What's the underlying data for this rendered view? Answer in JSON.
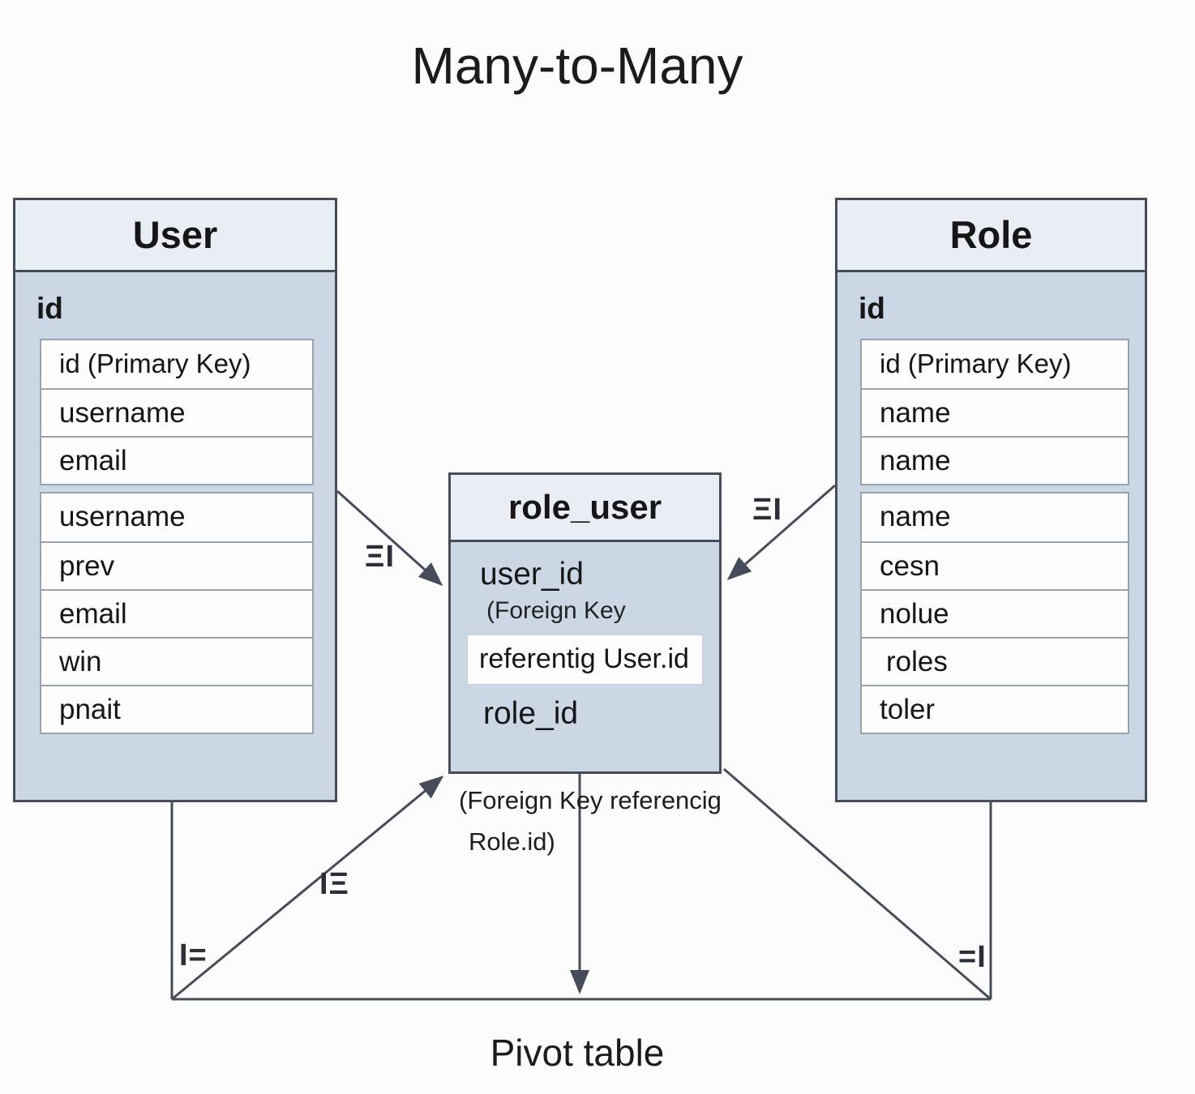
{
  "title": "Many-to-Many",
  "caption": "Pivot table",
  "user_table": {
    "title": "User",
    "pk_label": "id",
    "group1": [
      "id (Primary Key)",
      "username",
      "email"
    ],
    "group2": [
      "username",
      "prev",
      "email",
      "win",
      "pnait"
    ]
  },
  "role_table": {
    "title": "Role",
    "pk_label": "id",
    "group1": [
      "id (Primary Key)",
      "name",
      "name"
    ],
    "group2": [
      "name",
      "cesn",
      "nolue",
      "roles",
      "toler"
    ]
  },
  "pivot_box": {
    "title": "role_user",
    "field_user": "user_id",
    "field_user_note": "(Foreign Key",
    "field_user_ref": "referentig User.id",
    "field_role": "role_id"
  },
  "pivot_fk_note": {
    "line1": "(Foreign Key referencig",
    "line2": "Role.id)"
  },
  "connector_labels": {
    "user_edge": "ΞI",
    "role_edge": "ΞI",
    "left_corner": "I=",
    "diagonal": "IΞ",
    "right_corner": "=I"
  },
  "colors": {
    "line": "#464c59",
    "table_header_bg": "#e9edf4",
    "table_body_bg": "#ccd7e6",
    "row_bg": "#fdfdfe",
    "row_border": "#9aa2ad"
  }
}
